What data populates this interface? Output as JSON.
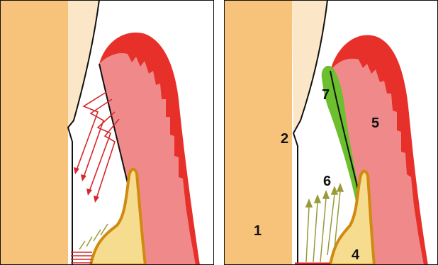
{
  "colors": {
    "tooth": "#f7c27a",
    "enamel": "#fbe6c8",
    "gingiva_outer": "#e8302a",
    "gingiva_inner": "#f08a8a",
    "bone": "#f6dc8e",
    "bone_border": "#d08a10",
    "junctional": "#6cbf2e",
    "arrow_red": "#d8262c",
    "arrow_olive": "#9a9a3a",
    "outline": "#111111"
  },
  "labels": {
    "l1": "1",
    "l2": "2",
    "l4": "4",
    "l5": "5",
    "l6": "6",
    "l7": "7"
  }
}
